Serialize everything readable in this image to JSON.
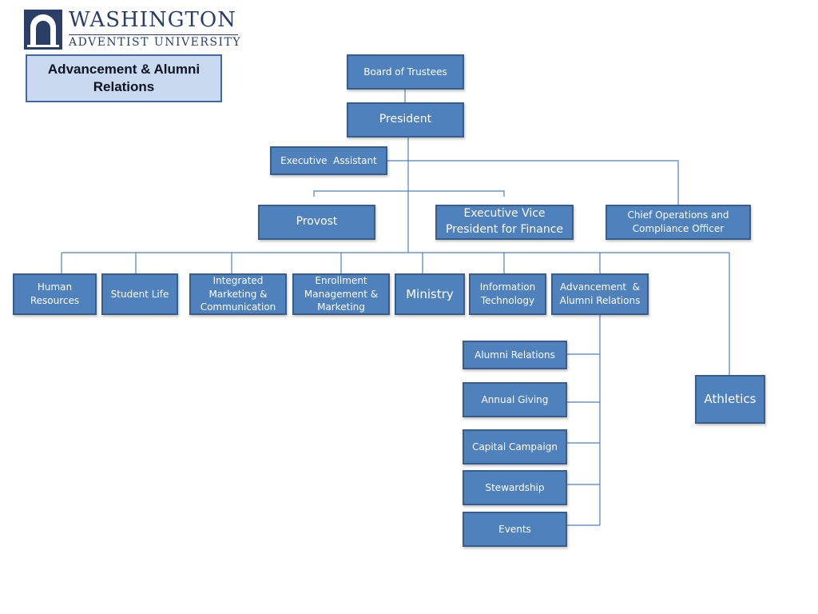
{
  "logo": {
    "line1": "WASHINGTON",
    "line2": "ADVENTIST UNIVERSITY"
  },
  "title": "Advancement & Alumni Relations",
  "colors": {
    "node_fill": "#4f81bd",
    "node_border": "#385d8a",
    "connector": "#4f81bd",
    "title_fill": "#c9d9ef"
  },
  "nodes": {
    "board": "Board of Trustees",
    "president": "President",
    "exec_assistant": "Executive  Assistant",
    "provost": "Provost",
    "evp_finance": "Executive Vice President for Finance",
    "coo": "Chief Operations and Compliance Officer",
    "hr": "Human Resources",
    "student_life": "Student Life",
    "imc": "Integrated Marketing & Communication",
    "enrollment": "Enrollment Management & Marketing",
    "ministry": "Ministry",
    "it": "Information Technology",
    "advancement": "Advancement  & Alumni Relations",
    "alumni_relations": "Alumni Relations",
    "annual_giving": "Annual Giving",
    "capital_campaign": "Capital Campaign",
    "stewardship": "Stewardship",
    "events": "Events",
    "athletics": "Athletics"
  }
}
